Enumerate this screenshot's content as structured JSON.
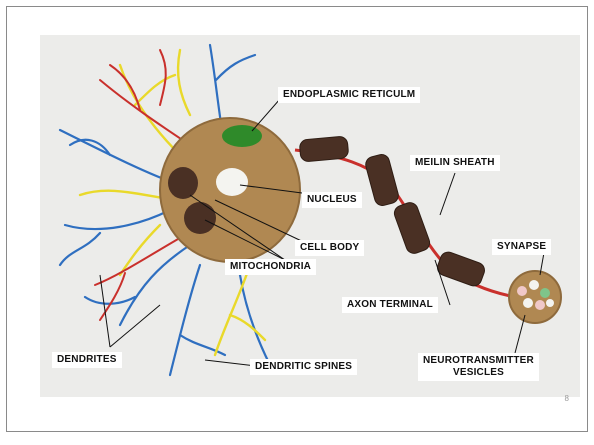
{
  "labels": {
    "endoplasmic_reticulum": "ENDOPLASMIC RETICULM",
    "meilin_sheath": "MEILIN SHEATH",
    "nucleus": "NUCLEUS",
    "cell_body": "CELL BODY",
    "mitochondria": "MITOCHONDRIA",
    "synapse": "SYNAPSE",
    "axon_terminal": "AXON TERMINAL",
    "dendrites": "DENDRITES",
    "dendritic_spines": "DENDRITIC SPINES",
    "neurotransmitter_line1": "NEUROTRANSMITTER",
    "neurotransmitter_line2": "VESICLES"
  },
  "page_number": "8",
  "colors": {
    "background": "#ececea",
    "cell_body": "#b08852",
    "myelin": "#4a3024",
    "dendrite_blue": "#2f6fc0",
    "dendrite_yellow": "#e9d92a",
    "dendrite_red": "#c9302c"
  }
}
